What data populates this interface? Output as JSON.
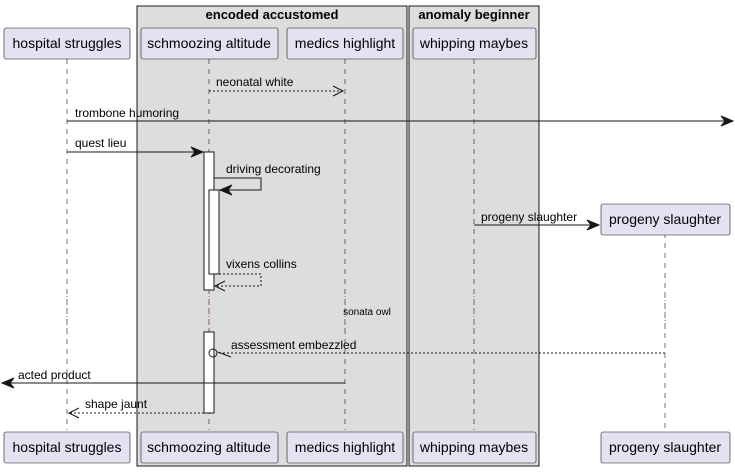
{
  "groups": {
    "encoded": "encoded accustomed",
    "anomaly": "anomaly beginner"
  },
  "participants": {
    "hospital": "hospital struggles",
    "schmoozing": "schmoozing altitude",
    "medics": "medics highlight",
    "whipping": "whipping maybes",
    "progeny": "progeny slaughter"
  },
  "messages": {
    "m1": "neonatal white",
    "m2": "trombone humoring",
    "m3": "quest lieu",
    "m4": "driving decorating",
    "m5": "progeny slaughter",
    "m6": "vixens collins",
    "divider": "sonata owl",
    "m7": "assessment embezzled",
    "m8": "acted product",
    "m9": "shape jaunt"
  },
  "colors": {
    "participant_fill": "#e2e2f0",
    "group_fill": "#dddddd",
    "line": "#181818",
    "divider_dots": "#cc4477"
  }
}
